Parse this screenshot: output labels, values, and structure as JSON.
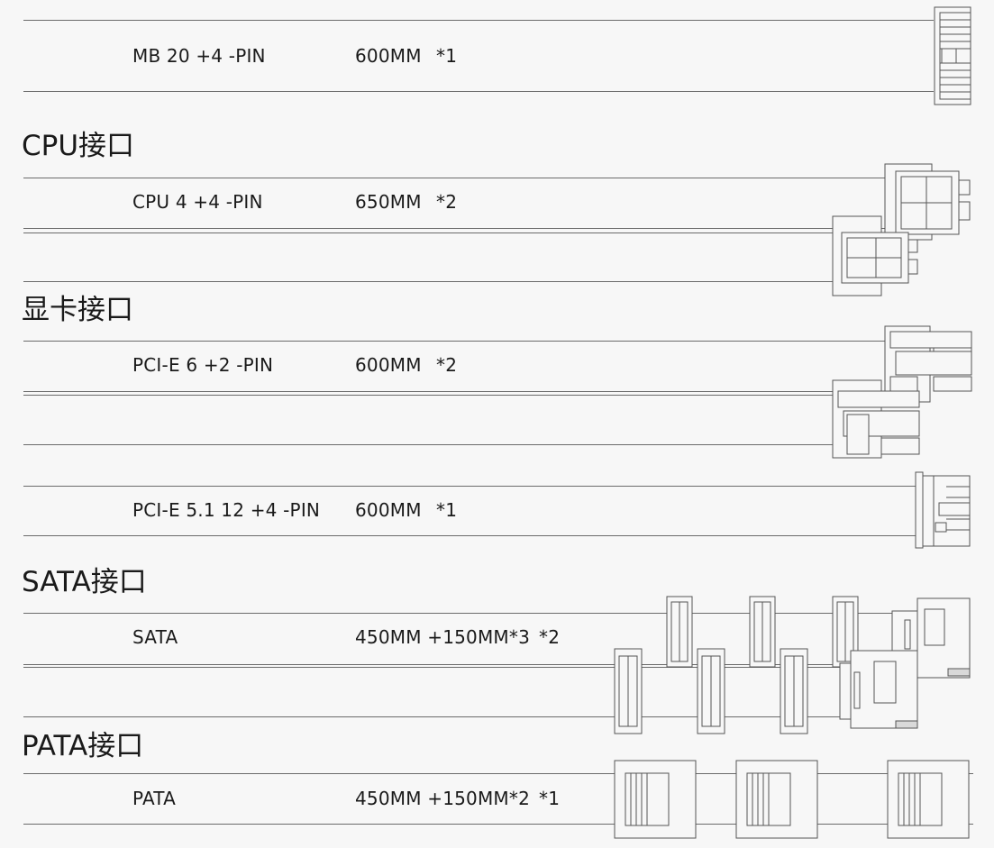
{
  "sections": {
    "cpu_heading": "CPU接口",
    "gpu_heading": "显卡接口",
    "sata_heading": "SATA接口",
    "pata_heading": "PATA接口"
  },
  "cables": [
    {
      "name": "MB 20 +4 -PIN",
      "length": "600MM",
      "qty": "*1",
      "connector": "atx-24pin"
    },
    {
      "name": "CPU 4 +4 -PIN",
      "length": "650MM",
      "qty": "*2",
      "connector": "eps-4plus4"
    },
    {
      "name": "PCI-E 6 +2 -PIN",
      "length": "600MM",
      "qty": "*2",
      "connector": "pcie-6plus2"
    },
    {
      "name": "PCI-E 5.1 12 +4 -PIN",
      "length": "600MM",
      "qty": "*1",
      "connector": "12vhpwr"
    },
    {
      "name": "SATA",
      "length": "450MM +150MM*3",
      "qty": "*2",
      "connector": "sata"
    },
    {
      "name": "PATA",
      "length": "450MM +150MM*2",
      "qty": "*1",
      "connector": "molex"
    }
  ],
  "colors": {
    "line": "#6b6b6b",
    "background": "#f7f7f7",
    "text": "#1a1a1a"
  }
}
